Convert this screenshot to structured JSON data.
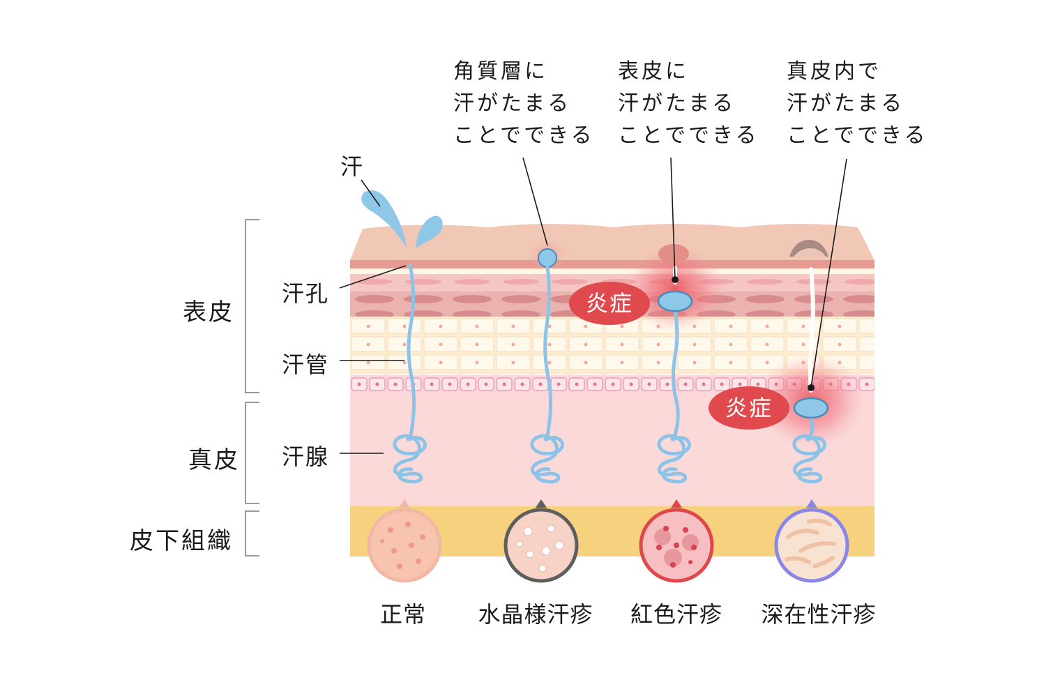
{
  "layers": {
    "epidermis": "表皮",
    "dermis": "真皮",
    "subcutis": "皮下組織"
  },
  "parts": {
    "sweat": "汗",
    "pore": "汗孔",
    "duct": "汗管",
    "gland": "汗腺"
  },
  "annotations": [
    {
      "lines": [
        "角質層に",
        "汗がたまる",
        "ことでできる"
      ]
    },
    {
      "lines": [
        "表皮に",
        "汗がたまる",
        "ことでできる"
      ]
    },
    {
      "lines": [
        "真皮内で",
        "汗がたまる",
        "ことでできる"
      ]
    }
  ],
  "inflammation_label": "炎症",
  "types": [
    {
      "name": "正常",
      "ring_color": "#f2b8a6"
    },
    {
      "name": "水晶様汗疹",
      "ring_color": "#5e5e5e"
    },
    {
      "name": "紅色汗疹",
      "ring_color": "#e0474b"
    },
    {
      "name": "深在性汗疹",
      "ring_color": "#8a86e8"
    }
  ],
  "colors": {
    "skin_top": "#f1c7b6",
    "dermis": "#fbd9d9",
    "fat": "#f6d27f",
    "duct": "#8cc3e6",
    "inflammation": "#e94b55"
  }
}
